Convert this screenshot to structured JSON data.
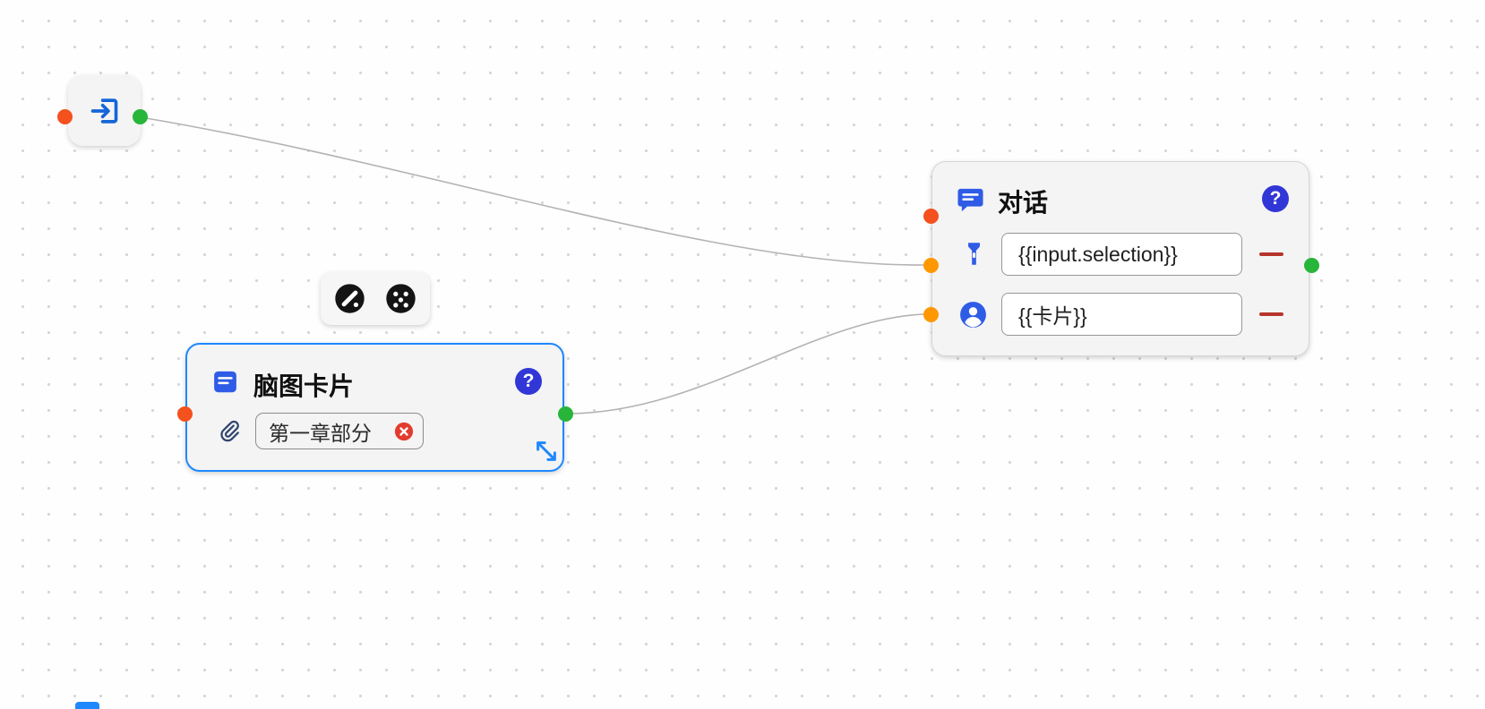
{
  "colors": {
    "accent_blue": "#2f5ce6",
    "selection_blue": "#1e88ff",
    "help_indigo": "#3137d6",
    "port_red": "#f4511e",
    "port_orange": "#ff9800",
    "port_green": "#27b53a",
    "minus_red": "#b5352c",
    "wire_gray": "#b3b3b3"
  },
  "input_node": {
    "icon": "enter-icon"
  },
  "toolbar": {
    "icons": [
      "slash-circle-icon",
      "dots-circle-icon"
    ]
  },
  "mindmap_card": {
    "title": "脑图卡片",
    "help_glyph": "?",
    "attachment_label": "第一章部分",
    "icons": [
      "card-icon",
      "paperclip-icon",
      "remove-attachment-icon",
      "resize-icon"
    ]
  },
  "dialog_node": {
    "title": "对话",
    "help_glyph": "?",
    "rows": [
      {
        "icon": "flashlight-icon",
        "value": "{{input.selection}}"
      },
      {
        "icon": "person-icon",
        "value": "{{卡片}}"
      }
    ]
  }
}
